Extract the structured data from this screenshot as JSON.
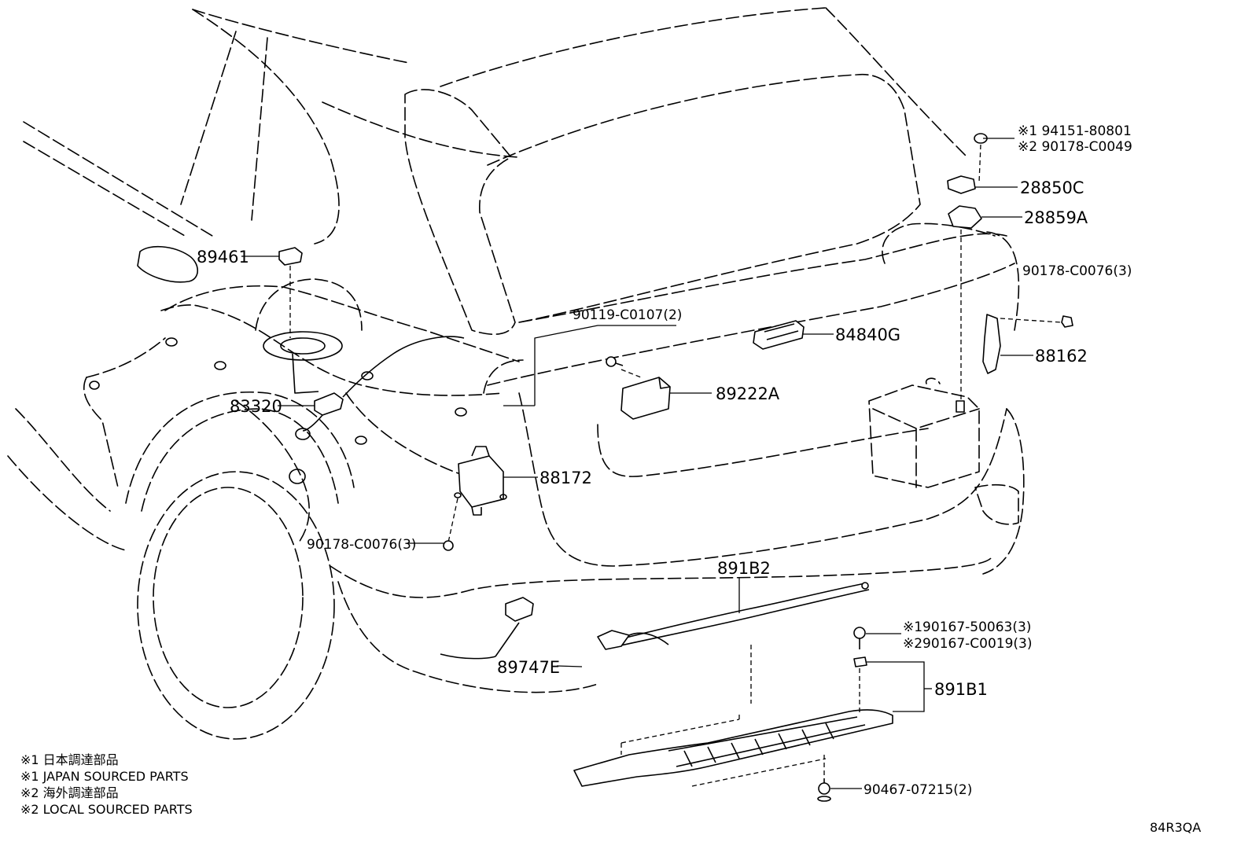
{
  "parts": {
    "p89461": "89461",
    "p83320": "83320",
    "p90178_c0076_left": "90178-C0076(3)",
    "p88172": "88172",
    "p90119_c0107": "90119-C0107(2)",
    "p89222a": "89222A",
    "p84840g": "84840G",
    "p28850c": "28850C",
    "p28859a": "28859A",
    "p90178_c0076_right": "90178-C0076(3)",
    "p88162": "88162",
    "p891b2": "891B2",
    "p891b1": "891B1",
    "p89747e": "89747E",
    "p90467_07215": "90467-07215(2)"
  },
  "alt_parts": {
    "top_right_1": "※1 94151-80801",
    "top_right_2": "※2 90178-C0049",
    "clip_1": "※190167-50063(3)",
    "clip_2": "※290167-C0019(3)"
  },
  "legend": [
    "※1 日本調達部品",
    "※1 JAPAN SOURCED PARTS",
    "※2 海外調達部品",
    "※2 LOCAL SOURCED PARTS"
  ],
  "diagram_code": "84R3QA"
}
